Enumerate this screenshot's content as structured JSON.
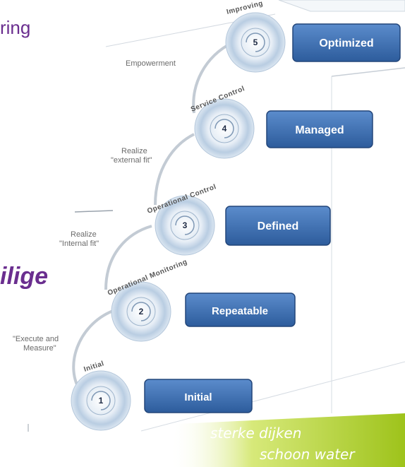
{
  "background_fragments": {
    "top_text": "ring",
    "middle_text": "ilige"
  },
  "levels": [
    {
      "number": "1",
      "label": "Initial",
      "arc_label": "Initial"
    },
    {
      "number": "2",
      "label": "Repeatable",
      "arc_label": "Operational Monitoring"
    },
    {
      "number": "3",
      "label": "Defined",
      "arc_label": "Operational Control"
    },
    {
      "number": "4",
      "label": "Managed",
      "arc_label": "Service Control"
    },
    {
      "number": "5",
      "label": "Optimized",
      "arc_label": "Improving"
    }
  ],
  "transitions": [
    {
      "line1": "\"Execute and",
      "line2": "Measure\""
    },
    {
      "line1": "Realize",
      "line2": "\"Internal fit\""
    },
    {
      "line1": "Realize",
      "line2": "\"external fit\""
    },
    {
      "line1": "Empowerment",
      "line2": ""
    }
  ],
  "slogan": {
    "line1": "sterke dijken",
    "line2": "schoon water"
  },
  "colors": {
    "label_box": "#3a6fb5",
    "label_box_dark": "#274f86",
    "circle_outer": "#c9d8e8",
    "purple_text": "#6a2e8f",
    "green_band": "#9ec31b"
  }
}
